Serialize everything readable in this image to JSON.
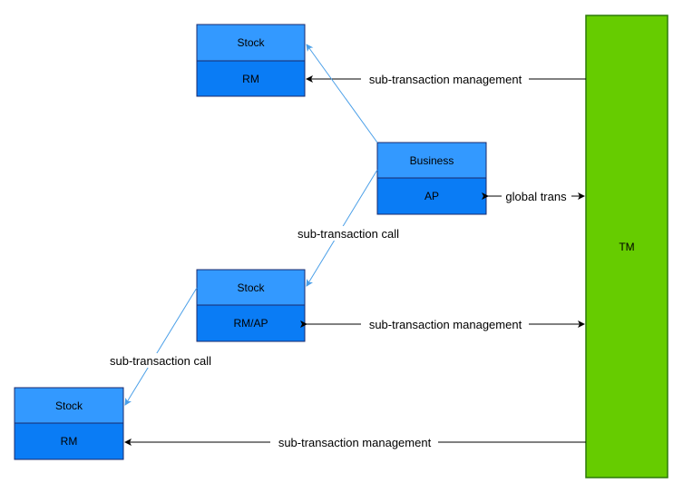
{
  "nodes": {
    "stock_rm_top": {
      "top": "Stock",
      "bottom": "RM"
    },
    "business_ap": {
      "top": "Business",
      "bottom": "AP"
    },
    "stock_rmap": {
      "top": "Stock",
      "bottom": "RM/AP"
    },
    "stock_rm_bottom": {
      "top": "Stock",
      "bottom": "RM"
    },
    "tm": {
      "label": "TM"
    }
  },
  "edges": {
    "mgmt_top": "sub-transaction management",
    "global": "global trans",
    "call_upper": "sub-transaction call",
    "mgmt_mid": "sub-transaction management",
    "call_lower": "sub-transaction call",
    "mgmt_bottom": "sub-transaction management"
  },
  "colors": {
    "box_top": "#3399ff",
    "box_bottom": "#0a7cf5",
    "tm": "#66cc00",
    "call_line": "#4a9fe8"
  }
}
